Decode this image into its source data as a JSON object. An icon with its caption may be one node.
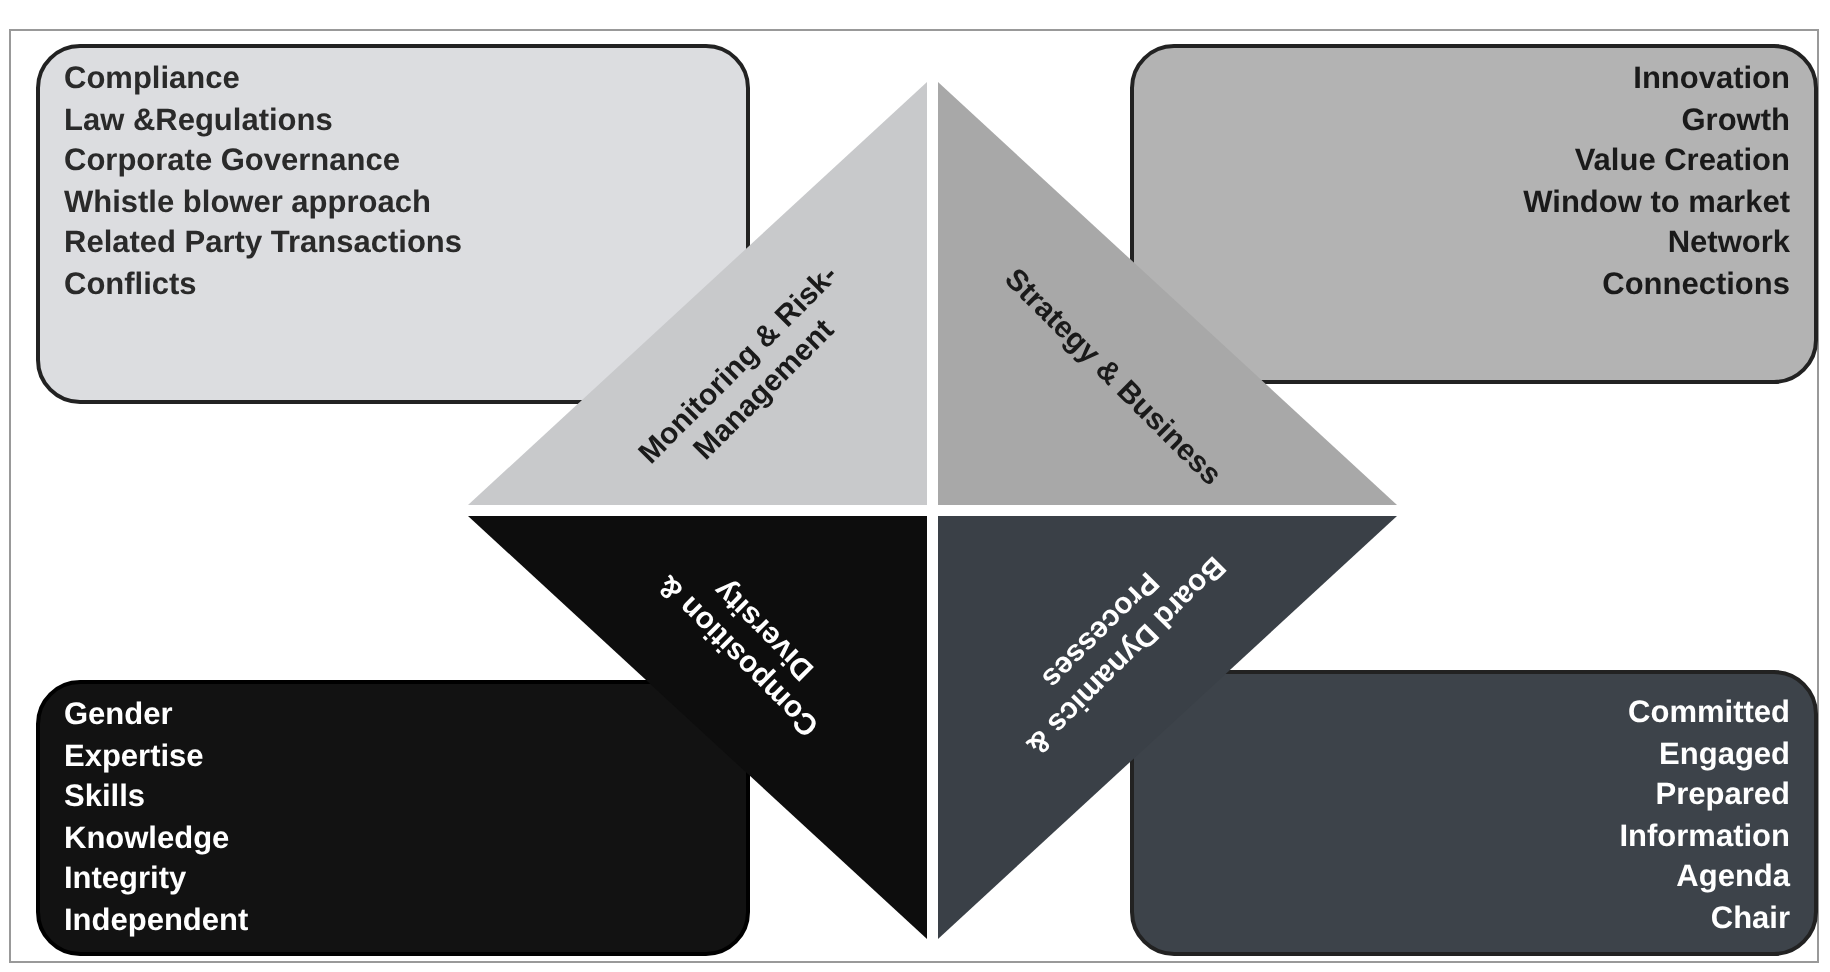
{
  "diagram": {
    "nodes": [
      {
        "text": [
          "Compliance",
          "Law &Regulations",
          "Corporate Governance",
          "Whistle blower approach",
          "Related Party Transactions",
          "Conflicts"
        ]
      },
      {
        "text": [
          "Innovation",
          "Growth",
          "Value Creation",
          "Window to market",
          "Network",
          "Connections"
        ]
      },
      {
        "text": [
          "Gender",
          "Expertise",
          "Skills",
          "Knowledge",
          "Integrity",
          "Independent"
        ]
      },
      {
        "text": [
          "Committed",
          "Engaged",
          "Prepared",
          "Information",
          "Agenda",
          "Chair"
        ]
      },
      {
        "text": [
          "Monitoring & Risk-Management"
        ]
      },
      {
        "text": [
          "Strategy & Business"
        ]
      },
      {
        "text": [
          "Composition & Diversity"
        ]
      },
      {
        "text": [
          "Board Dynamics & Processes"
        ]
      }
    ]
  }
}
